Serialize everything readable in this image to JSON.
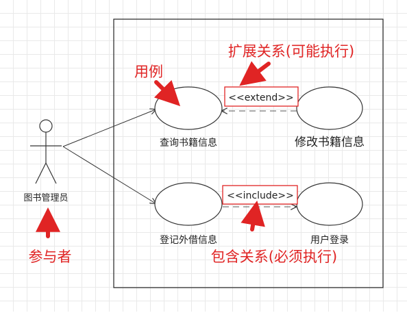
{
  "diagram": {
    "actor": {
      "label": "图书管理员"
    },
    "use_cases": {
      "query_books": "查询书籍信息",
      "modify_books": "修改书籍信息",
      "register_borrow": "登记外借信息",
      "user_login": "用户登录"
    },
    "relations": {
      "extend_label": "<<extend>>",
      "include_label": "<<include>>"
    },
    "annotations": {
      "use_case_note": "用例",
      "actor_note": "参与者",
      "extend_note": "扩展关系(可能执行)",
      "include_note": "包含关系(必须执行)"
    },
    "colors": {
      "annotation_red": "#e02424",
      "line": "#333333",
      "grid": "#e9e9e9"
    }
  }
}
